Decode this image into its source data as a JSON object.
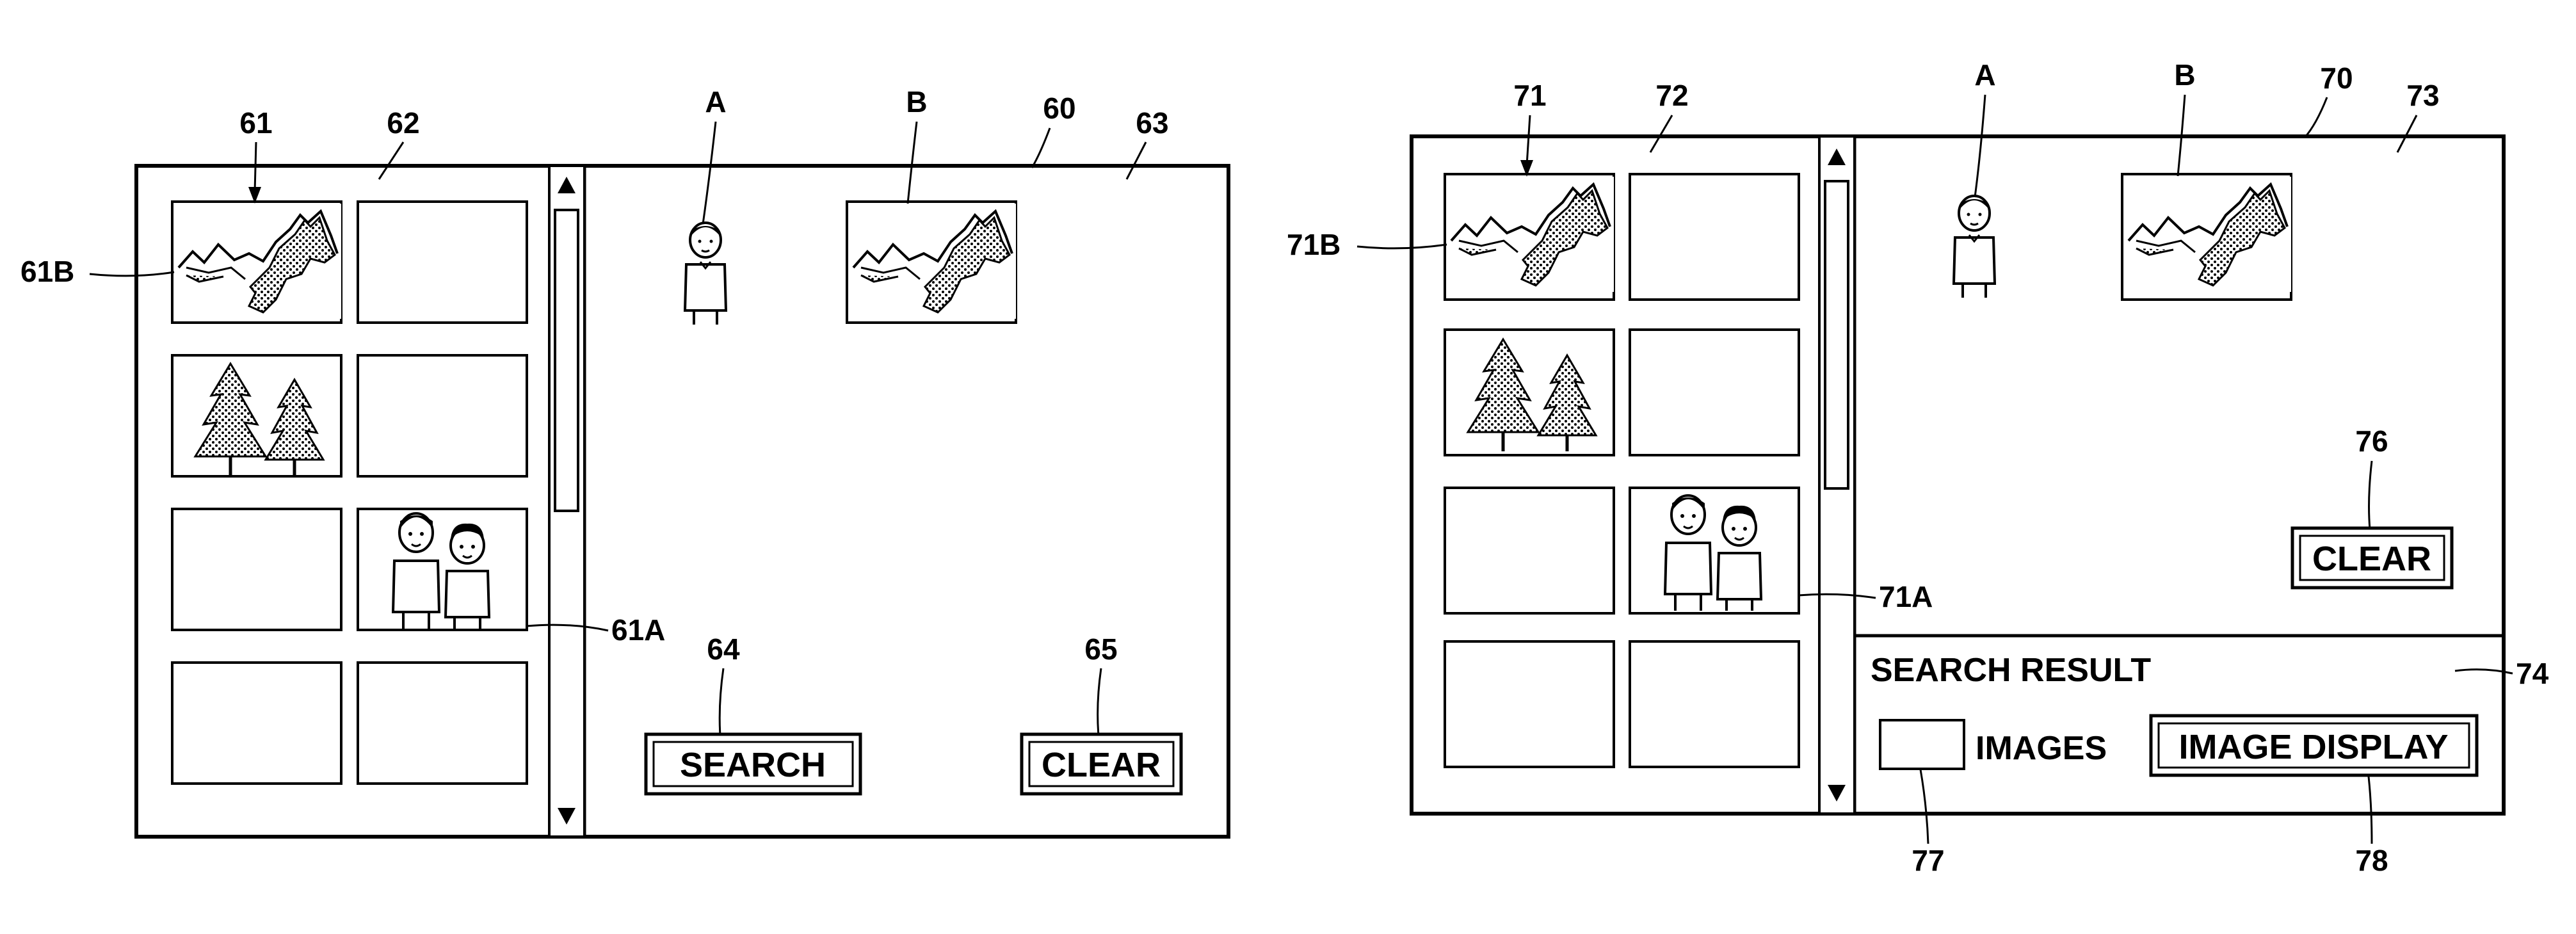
{
  "figure": {
    "screen_left": {
      "refs": {
        "screen": "60",
        "thumbnail_area": "61",
        "thumbnail_grid": "62",
        "query_area": "63",
        "search_button": "64",
        "clear_button": "65",
        "thumb_people": "61A",
        "thumb_landscape": "61B"
      },
      "query_items": {
        "person": "A",
        "landscape": "B"
      },
      "buttons": {
        "search": "SEARCH",
        "clear": "CLEAR"
      }
    },
    "screen_right": {
      "refs": {
        "screen": "70",
        "thumbnail_area": "71",
        "thumbnail_grid": "72",
        "query_area": "73",
        "result_area": "74",
        "clear_button": "76",
        "count_field": "77",
        "display_button": "78",
        "thumb_people": "71A",
        "thumb_landscape": "71B"
      },
      "query_items": {
        "person": "A",
        "landscape": "B"
      },
      "buttons": {
        "clear": "CLEAR",
        "image_display": "IMAGE DISPLAY"
      },
      "result": {
        "title": "SEARCH RESULT",
        "count_label": "IMAGES"
      }
    }
  }
}
